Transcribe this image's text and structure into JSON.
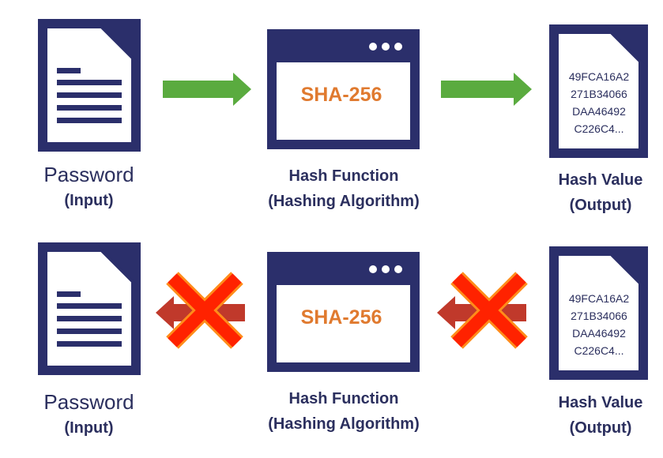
{
  "colors": {
    "navy": "#2b2f6b",
    "green_arrow": "#5aab3f",
    "red_arrow": "#c0392b",
    "cross": "#ff2200",
    "algo_text": "#e07a2f"
  },
  "rows": [
    {
      "input": {
        "label": "Password",
        "sublabel": "(Input)"
      },
      "function": {
        "algorithm": "SHA-256",
        "label": "Hash Function",
        "sublabel": "(Hashing Algorithm)"
      },
      "output": {
        "hash_lines": [
          "49FCA16A2",
          "271B34066",
          "DAA46492",
          "C226C4..."
        ],
        "label": "Hash Value",
        "sublabel": "(Output)"
      },
      "arrows": "forward"
    },
    {
      "input": {
        "label": "Password",
        "sublabel": "(Input)"
      },
      "function": {
        "algorithm": "SHA-256",
        "label": "Hash Function",
        "sublabel": "(Hashing Algorithm)"
      },
      "output": {
        "hash_lines": [
          "49FCA16A2",
          "271B34066",
          "DAA46492",
          "C226C4..."
        ],
        "label": "Hash Value",
        "sublabel": "(Output)"
      },
      "arrows": "blocked-reverse"
    }
  ]
}
